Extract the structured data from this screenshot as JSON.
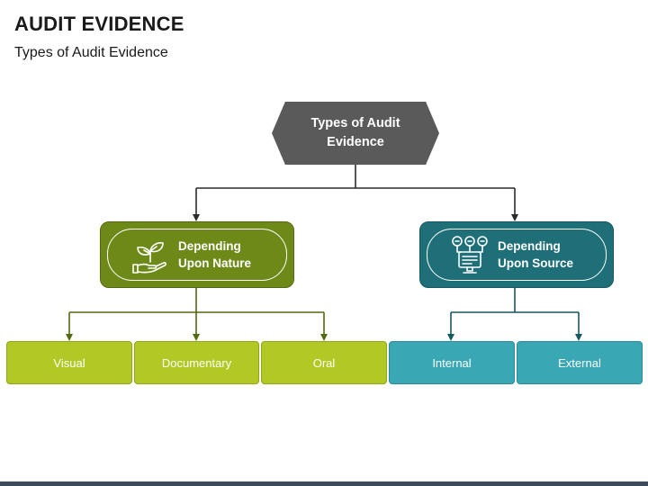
{
  "header": {
    "title": "AUDIT EVIDENCE",
    "subtitle": "Types of Audit Evidence"
  },
  "diagram": {
    "root": {
      "label": "Types of Audit Evidence",
      "color": "#5a5a5a"
    },
    "branches": [
      {
        "label": "Depending Upon Nature",
        "icon": "plant-in-hand-icon",
        "color": "#6d8a19",
        "children": [
          "Visual",
          "Documentary",
          "Oral"
        ],
        "child_color": "#b2c824"
      },
      {
        "label": "Depending Upon Source",
        "icon": "network-monitor-icon",
        "color": "#1f6f79",
        "children": [
          "Internal",
          "External"
        ],
        "child_color": "#3aa7b4"
      }
    ],
    "connector_color": "#2b2b2b"
  }
}
